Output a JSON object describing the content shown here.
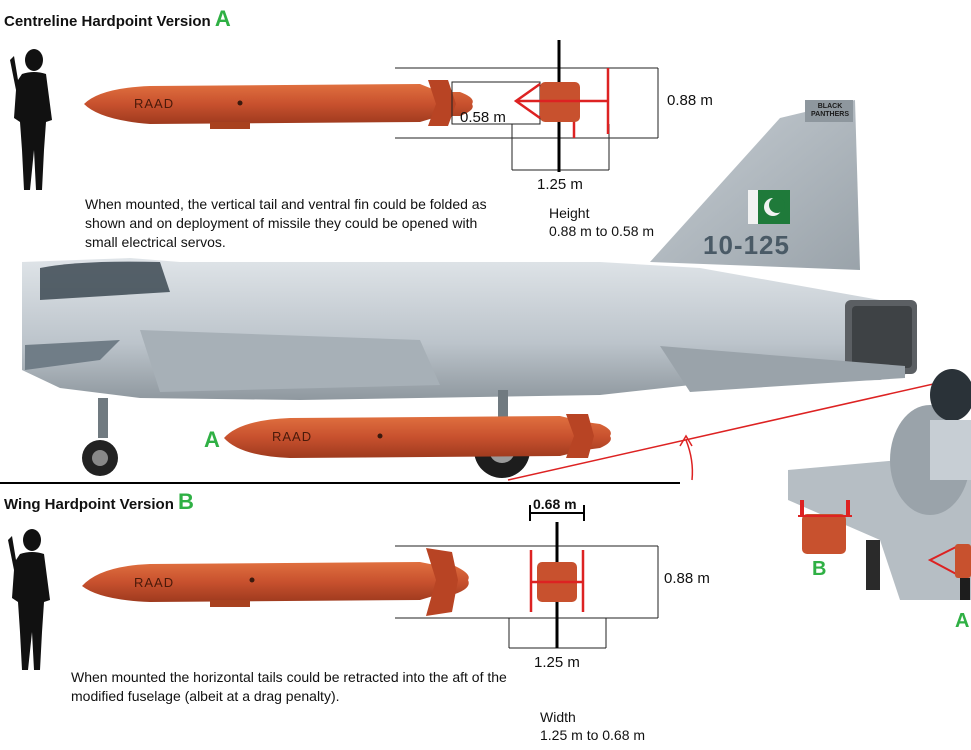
{
  "centreline": {
    "title": "Centreline Hardpoint Version",
    "tag": "A",
    "note": "When mounted, the vertical tail  and ventral fin could be folded as shown and on deployment of missile they could be opened with small electrical servos.",
    "dim_folded": "0.58 m",
    "dim_height": "0.88 m",
    "dim_width": "1.25 m",
    "height_label": "Height",
    "height_range": "0.88 m to 0.58 m"
  },
  "wing": {
    "title": "Wing Hardpoint Version",
    "tag": "B",
    "note": "When mounted the horizontal tails could be retracted into the aft of the modified fuselage (albeit at a drag penalty).",
    "dim_folded": "0.68 m",
    "dim_height": "0.88 m",
    "dim_width": "1.25 m",
    "width_label": "Width",
    "width_range": "1.25 m to 0.68 m"
  },
  "missile_marking": "RAAD",
  "aircraft": {
    "tail_number": "10-125",
    "squadron_badge": "BLACK PANTHERS"
  },
  "fuselage_tag": "A",
  "front_view_tags": {
    "wing": "B",
    "centre": "A"
  },
  "colors": {
    "missile": "#c8512e",
    "label_green": "#2fb044",
    "aircraft_grey": "#c3cad0",
    "arrow_red": "#d22"
  }
}
